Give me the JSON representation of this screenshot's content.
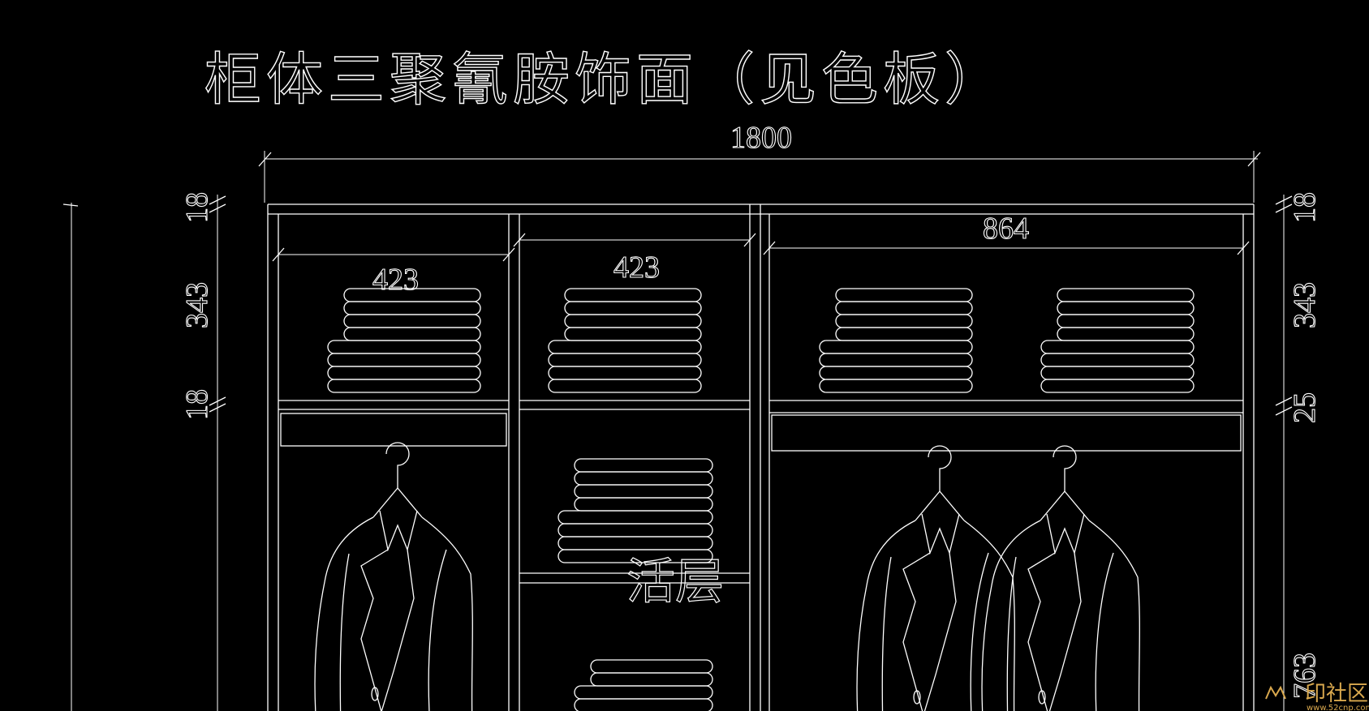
{
  "drawing": {
    "title": "柜体三聚氰胺饰面（见色板）",
    "dims": {
      "overall_width": "1800",
      "left_bay": "423",
      "mid_bay": "423",
      "right_bay": "864",
      "top_board_left": "18",
      "top_board_right": "18",
      "shelf_space_left": "343",
      "shelf_space_right": "343",
      "shelf_left": "18",
      "shelf_right": "25",
      "lower_right": "763"
    },
    "label_movable_shelf": "活层"
  },
  "watermark": {
    "text": "印社区",
    "url": "www.52cnp.com"
  },
  "colors": {
    "line": "#ffffff",
    "background": "#000000",
    "watermark": "#d9a84e"
  }
}
